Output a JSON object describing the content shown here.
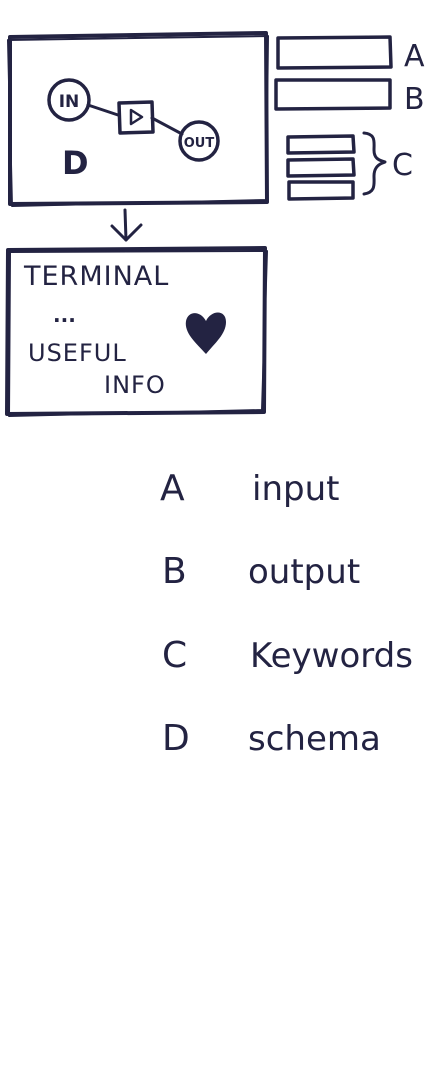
{
  "colors": {
    "ink": "#232342"
  },
  "sketch": {
    "schema_box": {
      "in_node": "IN",
      "out_node": "OUT",
      "box_letter": "D"
    },
    "callouts": [
      {
        "letter": "A"
      },
      {
        "letter": "B"
      },
      {
        "letter": "C"
      }
    ],
    "terminal": {
      "title": "TERMINAL",
      "ellipsis": "...",
      "line1": "USEFUL",
      "line2": "INFO"
    }
  },
  "legend": [
    {
      "key": "A",
      "text": "input"
    },
    {
      "key": "B",
      "text": "output"
    },
    {
      "key": "C",
      "text": "Keywords"
    },
    {
      "key": "D",
      "text": "schema"
    }
  ]
}
